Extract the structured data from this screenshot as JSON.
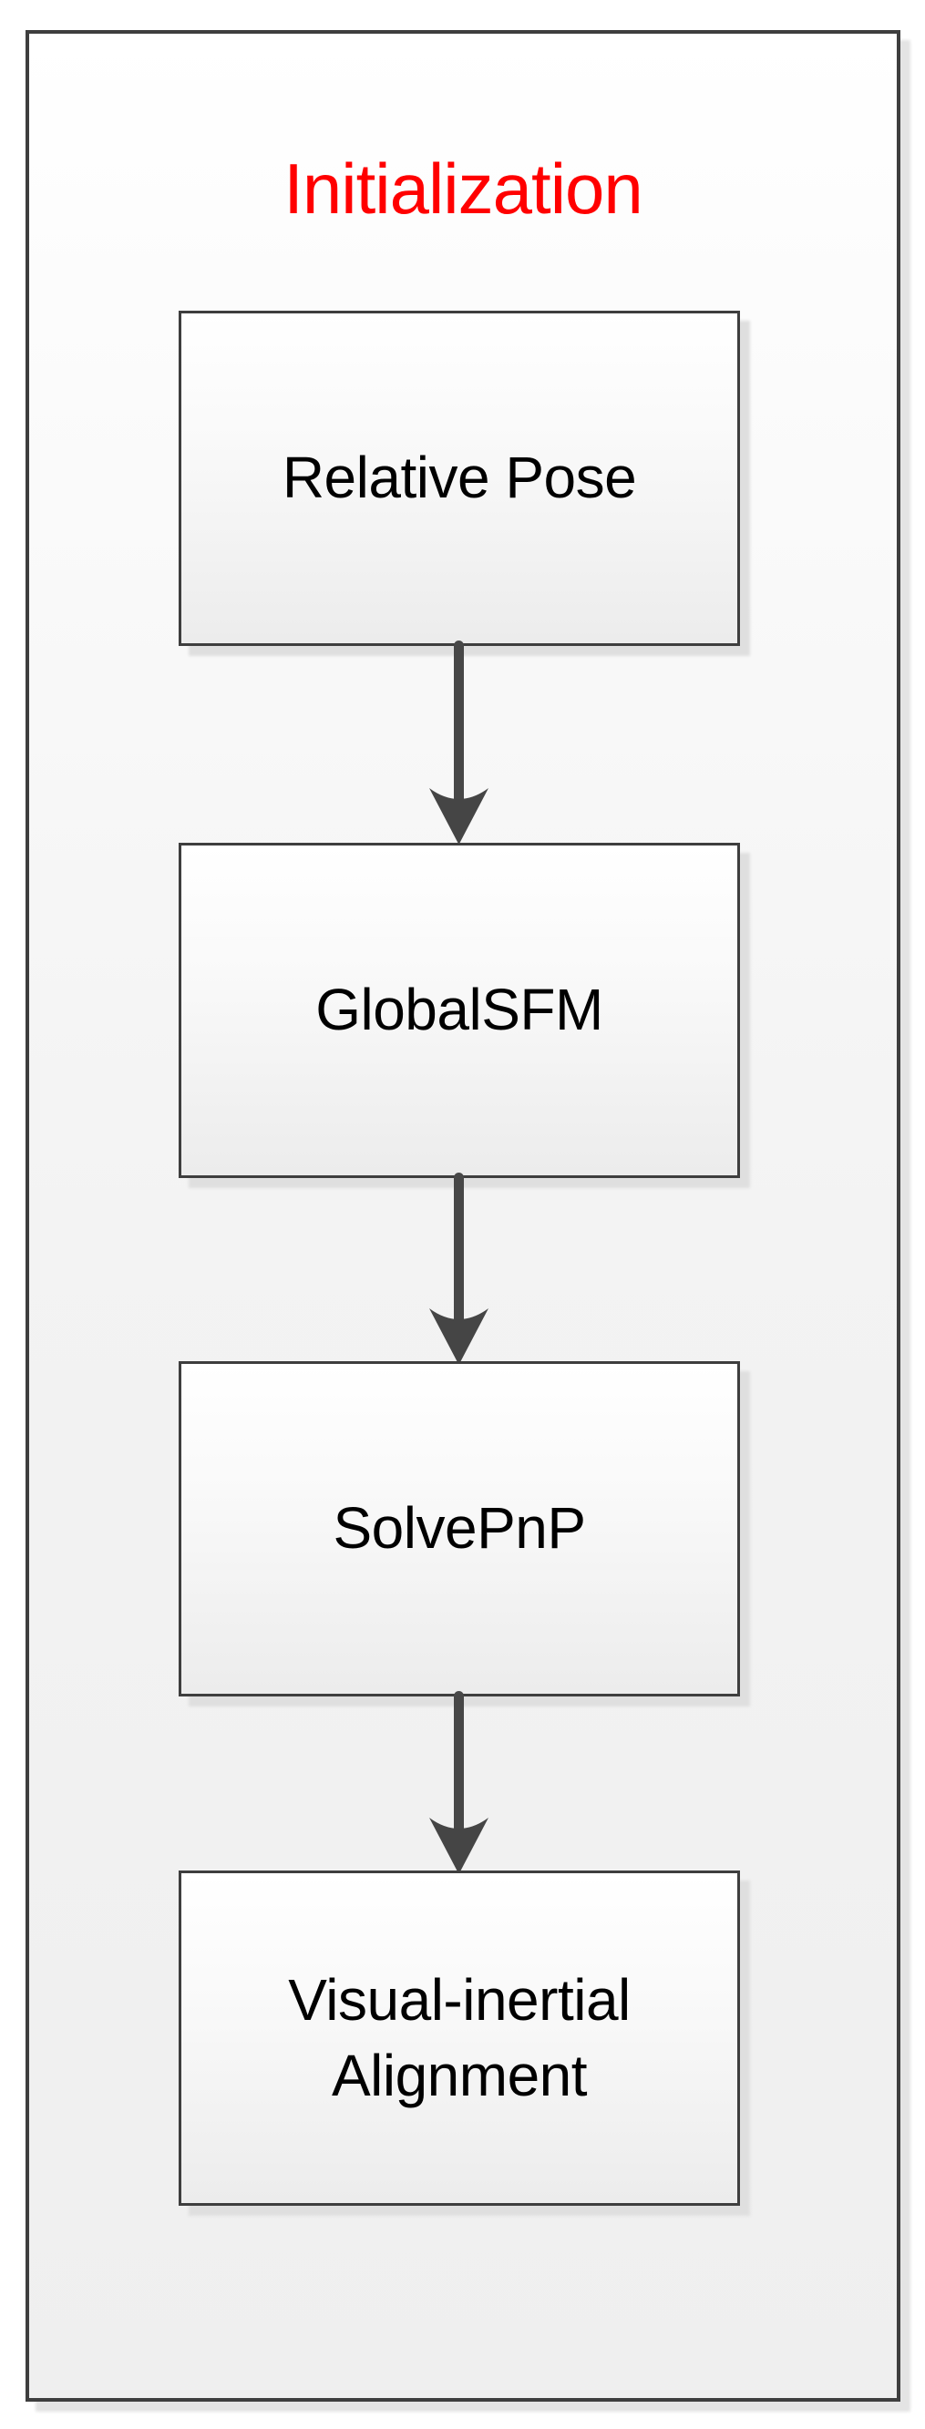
{
  "diagram": {
    "title": {
      "text": "Initialization",
      "color": "#ff0000"
    },
    "nodes": [
      {
        "label": "Relative Pose"
      },
      {
        "label": "GlobalSFM"
      },
      {
        "label": "SolvePnP"
      },
      {
        "label": "Visual-inertial Alignment"
      }
    ],
    "connections": [
      {
        "from": "Relative Pose",
        "to": "GlobalSFM",
        "type": "arrow-down"
      },
      {
        "from": "GlobalSFM",
        "to": "SolvePnP",
        "type": "arrow-down"
      },
      {
        "from": "SolvePnP",
        "to": "Visual-inertial Alignment",
        "type": "arrow-down"
      }
    ],
    "colors": {
      "title_text": "#ff0000",
      "border": "#3e3e3e",
      "arrow": "#474747",
      "node_fill_top": "#ffffff",
      "node_fill_bottom": "#ececec",
      "shadow": "#e0e0e0",
      "node_text": "#000000",
      "background": "#ffffff"
    }
  }
}
